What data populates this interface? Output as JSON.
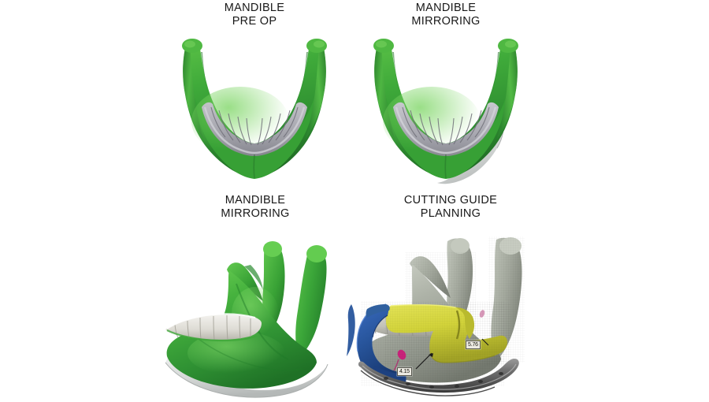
{
  "figure": {
    "background_color": "#ffffff",
    "caption_color": "#181818",
    "layout": "2x2 panel grid"
  },
  "panels": [
    {
      "id": "mandible-pre-op",
      "caption_line1": "MANDIBLE",
      "caption_line2": "PRE OP",
      "view": "anterior-superior occlusal view of mandible",
      "colors": {
        "bone": "#3faa3a",
        "bone_dark": "#1e6b22",
        "bone_light": "#63c94f",
        "teeth": "#a9a9b0",
        "teeth_shadow": "#7d7d86"
      }
    },
    {
      "id": "mandible-mirroring-top",
      "caption_line1": "MANDIBLE",
      "caption_line2": "MIRRORING",
      "view": "anterior-superior occlusal view with mirrored overlay",
      "colors": {
        "bone": "#3faa3a",
        "bone_dark": "#1e6b22",
        "bone_light": "#63c94f",
        "teeth": "#a9a9b0",
        "mirror_overlay": "#d9dcdb"
      }
    },
    {
      "id": "mandible-mirroring-lateral",
      "caption_line1": "MANDIBLE",
      "caption_line2": "MIRRORING",
      "view": "lateral oblique view with mirrored overlay at inferior border",
      "colors": {
        "bone": "#3faa3a",
        "bone_dark": "#1e7522",
        "bone_light": "#6ccf54",
        "teeth": "#e8e6e0",
        "mirror_overlay": "#d5d8d7"
      }
    },
    {
      "id": "cutting-guide-planning",
      "caption_line1": "CUTTING GUIDE",
      "caption_line2": "PLANNING",
      "view": "lateral oblique view of mandible with surgical cutting guides and reconstruction plate",
      "colors": {
        "bone": "#a9aea3",
        "bone_dark": "#6e7469",
        "bone_light": "#c9cdc2",
        "guide_yellow": "#d3d43a",
        "guide_yellow_dark": "#9fa024",
        "guide_blue": "#28559c",
        "guide_blue_dark": "#173a73",
        "plate_gray": "#6e6e6e",
        "plate_dark": "#3c3c3c",
        "marker_pink": "#c8237a"
      },
      "measurements": [
        {
          "id": "anterior-osteotomy",
          "value": "4.15"
        },
        {
          "id": "posterior-osteotomy",
          "value": "5.76"
        }
      ]
    }
  ]
}
